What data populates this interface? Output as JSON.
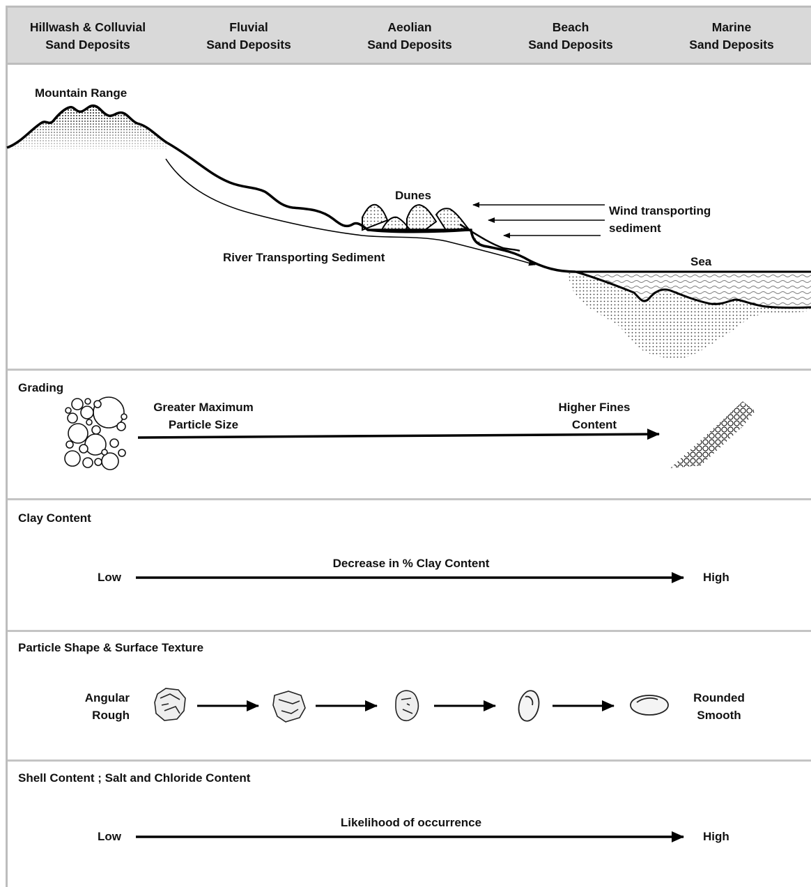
{
  "columns": [
    "Hillwash & Colluvial\nSand Deposits",
    "Fluvial\nSand Deposits",
    "Aeolian\nSand Deposits",
    "Beach\nSand Deposits",
    "Marine\nSand Deposits"
  ],
  "landscape": {
    "mountain": "Mountain Range",
    "dunes": "Dunes",
    "wind": "Wind transporting\nsediment",
    "river": "River Transporting Sediment",
    "sea": "Sea"
  },
  "grading": {
    "title": "Grading",
    "left": "Greater Maximum\nParticle Size",
    "right": "Higher Fines\nContent"
  },
  "clay": {
    "title": "Clay Content",
    "low": "Low",
    "high": "High",
    "caption": "Decrease in % Clay Content"
  },
  "shape": {
    "title": "Particle Shape & Surface Texture",
    "left": "Angular\nRough",
    "right": "Rounded\nSmooth"
  },
  "shell": {
    "title": "Shell Content ; Salt and Chloride Content",
    "low": "Low",
    "high": "High",
    "caption": "Likelihood of occurrence"
  }
}
